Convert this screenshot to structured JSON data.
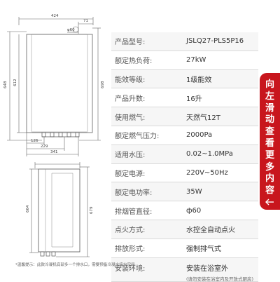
{
  "drawing": {
    "dims": {
      "total_width": "424",
      "pipe_dia": "φ60",
      "offset_71": "71",
      "height_648": "648",
      "height_612": "612",
      "height_698": "698",
      "bottom_126": "126",
      "bottom_229": "229",
      "bottom_341": "341",
      "side_664": "664",
      "side_679": "679"
    }
  },
  "specs": [
    {
      "label": "产品型号:",
      "value": "JSLQ27-PLS5P16"
    },
    {
      "label": "额定热负荷:",
      "value": "27kW"
    },
    {
      "label": "能效等级:",
      "value": "1级能效"
    },
    {
      "label": "产品升数:",
      "value": "16升"
    },
    {
      "label": "使用燃气:",
      "value": "天然气12T"
    },
    {
      "label": "额定燃气压力:",
      "value": "2000Pa"
    },
    {
      "label": "适用水压:",
      "value": "0.02~1.0MPa"
    },
    {
      "label": "额定电源:",
      "value": "220V~50Hz"
    },
    {
      "label": "额定电功率:",
      "value": "35W"
    },
    {
      "label": "排烟管直径:",
      "value": "ф60"
    },
    {
      "label": "点火方式:",
      "value": "水控全自动点火"
    },
    {
      "label": "排放形式:",
      "value": "强制排气式"
    },
    {
      "label": "安装环境:",
      "value": "安装在浴室外",
      "sub": "(请勿安装在浴室内及开放式厨房)"
    }
  ],
  "note": "*温馨提示：此款冷凝机底部多一个排水口，需要预备冷凝水接水空间",
  "side_tab": {
    "chars": [
      "向",
      "左",
      "滑",
      "动",
      "查",
      "看",
      "更",
      "多",
      "内",
      "容"
    ],
    "color": "#c8161d",
    "icon": "arrow-left-icon"
  }
}
